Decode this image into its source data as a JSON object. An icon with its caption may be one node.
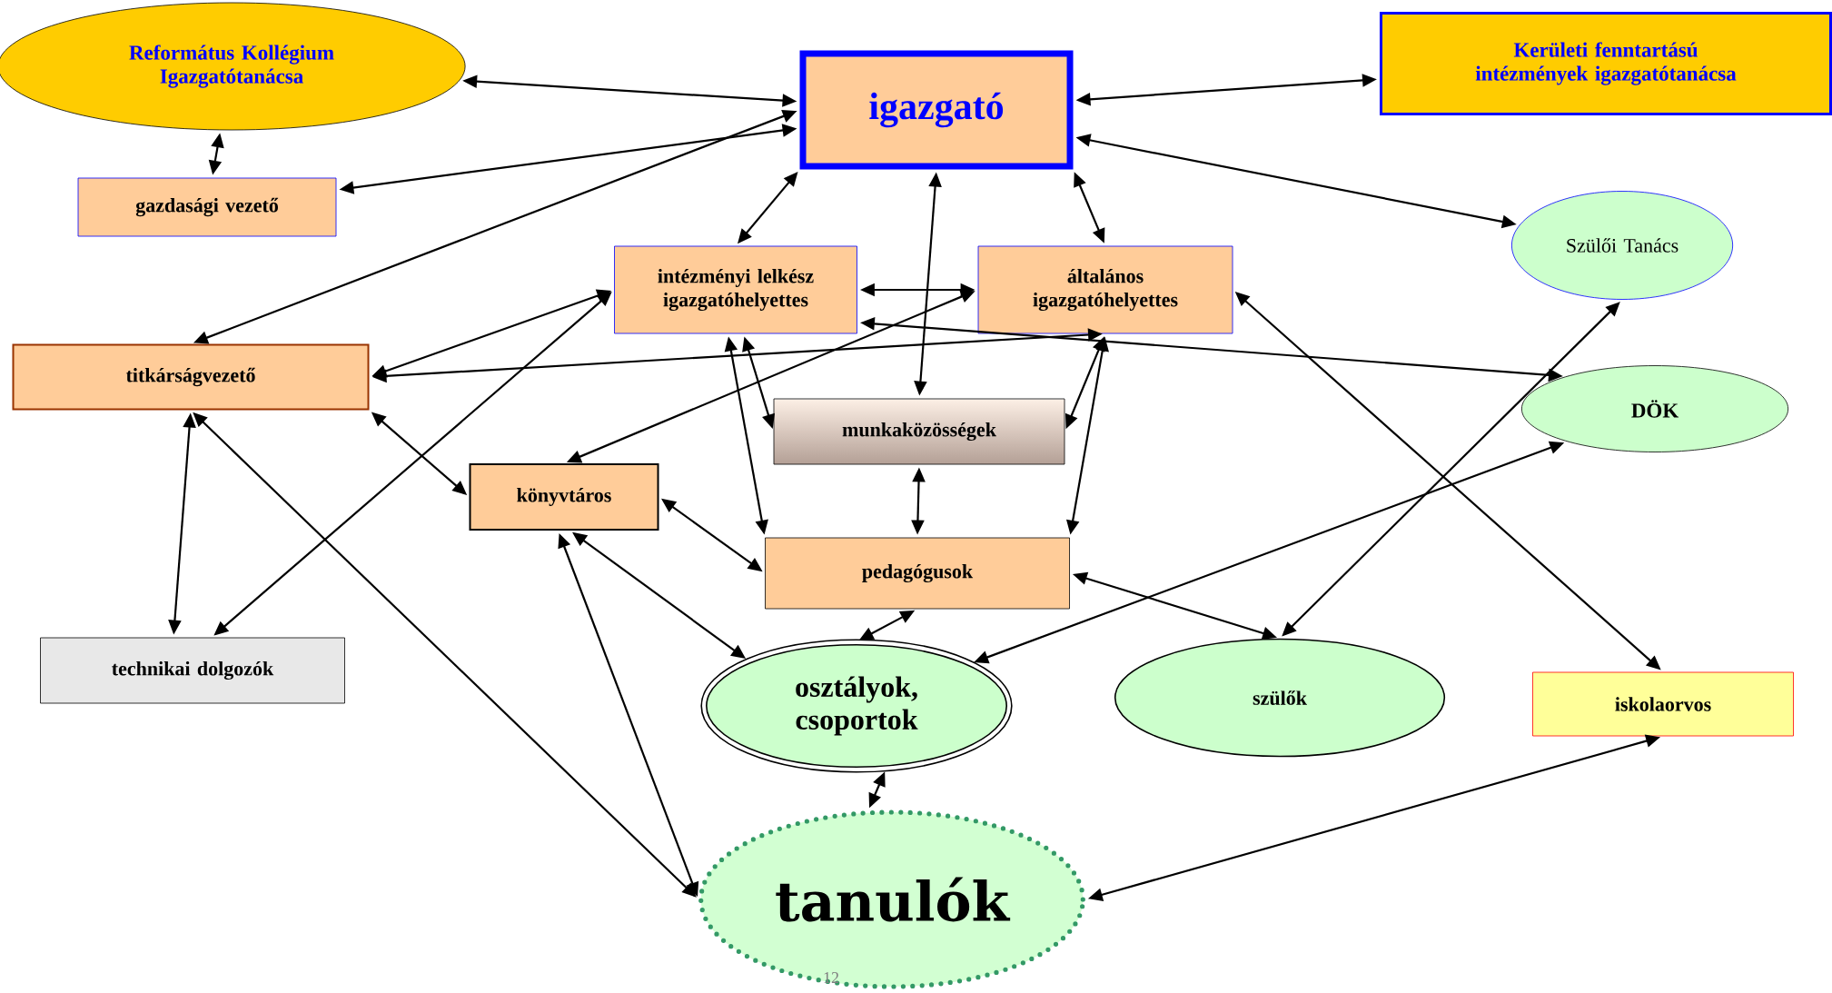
{
  "diagram": {
    "nodes": [
      {
        "text": [
          "Református Kollégium Igazgatótanácsa"
        ]
      },
      {
        "text": [
          "igazgató"
        ]
      },
      {
        "text": [
          "Kerületi fenntartású intézmények igazgatótanácsa"
        ]
      },
      {
        "text": [
          "gazdasági vezető"
        ]
      },
      {
        "text": [
          "intézményi lelkész igazgatóhelyettes"
        ]
      },
      {
        "text": [
          "általános igazgatóhelyettes"
        ]
      },
      {
        "text": [
          "Szülői Tanács"
        ]
      },
      {
        "text": [
          "titkárságvezető"
        ]
      },
      {
        "text": [
          "DÖK"
        ]
      },
      {
        "text": [
          "munkaközösségek"
        ]
      },
      {
        "text": [
          "könyvtáros"
        ]
      },
      {
        "text": [
          "pedagógusok"
        ]
      },
      {
        "text": [
          "technikai dolgozók"
        ]
      },
      {
        "text": [
          "osztályok, csoportok"
        ]
      },
      {
        "text": [
          "szülők"
        ]
      },
      {
        "text": [
          "iskolaorvos"
        ]
      },
      {
        "text": [
          "tanulók"
        ]
      }
    ],
    "edges": [
      {
        "from": 0,
        "to": 1,
        "arrow": "both"
      },
      {
        "from": 0,
        "to": 3,
        "arrow": "both"
      },
      {
        "from": 1,
        "to": 3,
        "arrow": "both"
      },
      {
        "from": 1,
        "to": 7,
        "arrow": "both"
      },
      {
        "from": 1,
        "to": 4,
        "arrow": "both"
      },
      {
        "from": 1,
        "to": 9,
        "arrow": "both"
      },
      {
        "from": 1,
        "to": 5,
        "arrow": "both"
      },
      {
        "from": 1,
        "to": 2,
        "arrow": "both"
      },
      {
        "from": 1,
        "to": 6,
        "arrow": "both"
      },
      {
        "from": 4,
        "to": 5,
        "arrow": "both"
      },
      {
        "from": 4,
        "to": 7,
        "arrow": "both"
      },
      {
        "from": 4,
        "to": 12,
        "arrow": "both"
      },
      {
        "from": 4,
        "to": 9,
        "arrow": "both"
      },
      {
        "from": 4,
        "to": 11,
        "arrow": "both"
      },
      {
        "from": 5,
        "to": 10,
        "arrow": "both"
      },
      {
        "from": 5,
        "to": 7,
        "arrow": "both"
      },
      {
        "from": 5,
        "to": 9,
        "arrow": "both"
      },
      {
        "from": 5,
        "to": 11,
        "arrow": "both"
      },
      {
        "from": 5,
        "to": 15,
        "arrow": "both"
      },
      {
        "from": 8,
        "to": 4,
        "arrow": "both"
      },
      {
        "from": 6,
        "to": 14,
        "arrow": "both"
      },
      {
        "from": 8,
        "to": 13,
        "arrow": "both"
      },
      {
        "from": 7,
        "to": 10,
        "arrow": "both"
      },
      {
        "from": 7,
        "to": 12,
        "arrow": "both"
      },
      {
        "from": 7,
        "to": 16,
        "arrow": "both"
      },
      {
        "from": 10,
        "to": 11,
        "arrow": "both"
      },
      {
        "from": 10,
        "to": 13,
        "arrow": "both"
      },
      {
        "from": 10,
        "to": 16,
        "arrow": "both"
      },
      {
        "from": 9,
        "to": 11,
        "arrow": "both"
      },
      {
        "from": 11,
        "to": 13,
        "arrow": "both"
      },
      {
        "from": 11,
        "to": 14,
        "arrow": "both"
      },
      {
        "from": 13,
        "to": 16,
        "arrow": "both"
      },
      {
        "from": 15,
        "to": 16,
        "arrow": "both"
      }
    ],
    "labels": [
      "12"
    ]
  }
}
